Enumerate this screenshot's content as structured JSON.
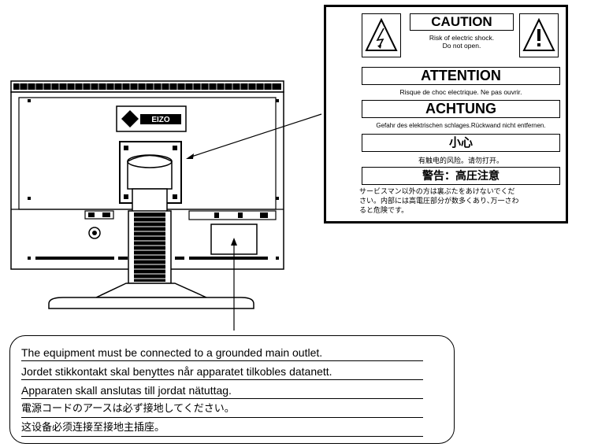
{
  "warning_label": {
    "caution": {
      "title": "CAUTION",
      "line1": "Risk of electric shock.",
      "line2": "Do not open."
    },
    "attention": {
      "title": "ATTENTION",
      "text": "Risque de choc electrique. Ne pas ouvrir."
    },
    "achtung": {
      "title": "ACHTUNG",
      "text": "Gefahr des elektrischen schlages.Rückwand nicht entfernen."
    },
    "xiaoxin": {
      "title": "小心",
      "text": "有触电的风险。请勿打开。"
    },
    "keikoku": {
      "title": "警告：高圧注意",
      "line1": "サービスマン以外の方は裏ぶたをあけないでくだ",
      "line2": "さい。内部には高電圧部分が数多くあり､万一さわ",
      "line3": "ると危険です。"
    }
  },
  "monitor": {
    "logo_text": "EIZO"
  },
  "callout": {
    "lines": [
      "The equipment must be connected to a grounded main outlet.",
      "Jordet stikkontakt skal benyttes når apparatet tilkobles datanett.",
      "Apparaten skall anslutas till jordat nätuttag.",
      "電源コードのアースは必ず接地してください。",
      "这设备必须连接至接地主插座。"
    ]
  }
}
